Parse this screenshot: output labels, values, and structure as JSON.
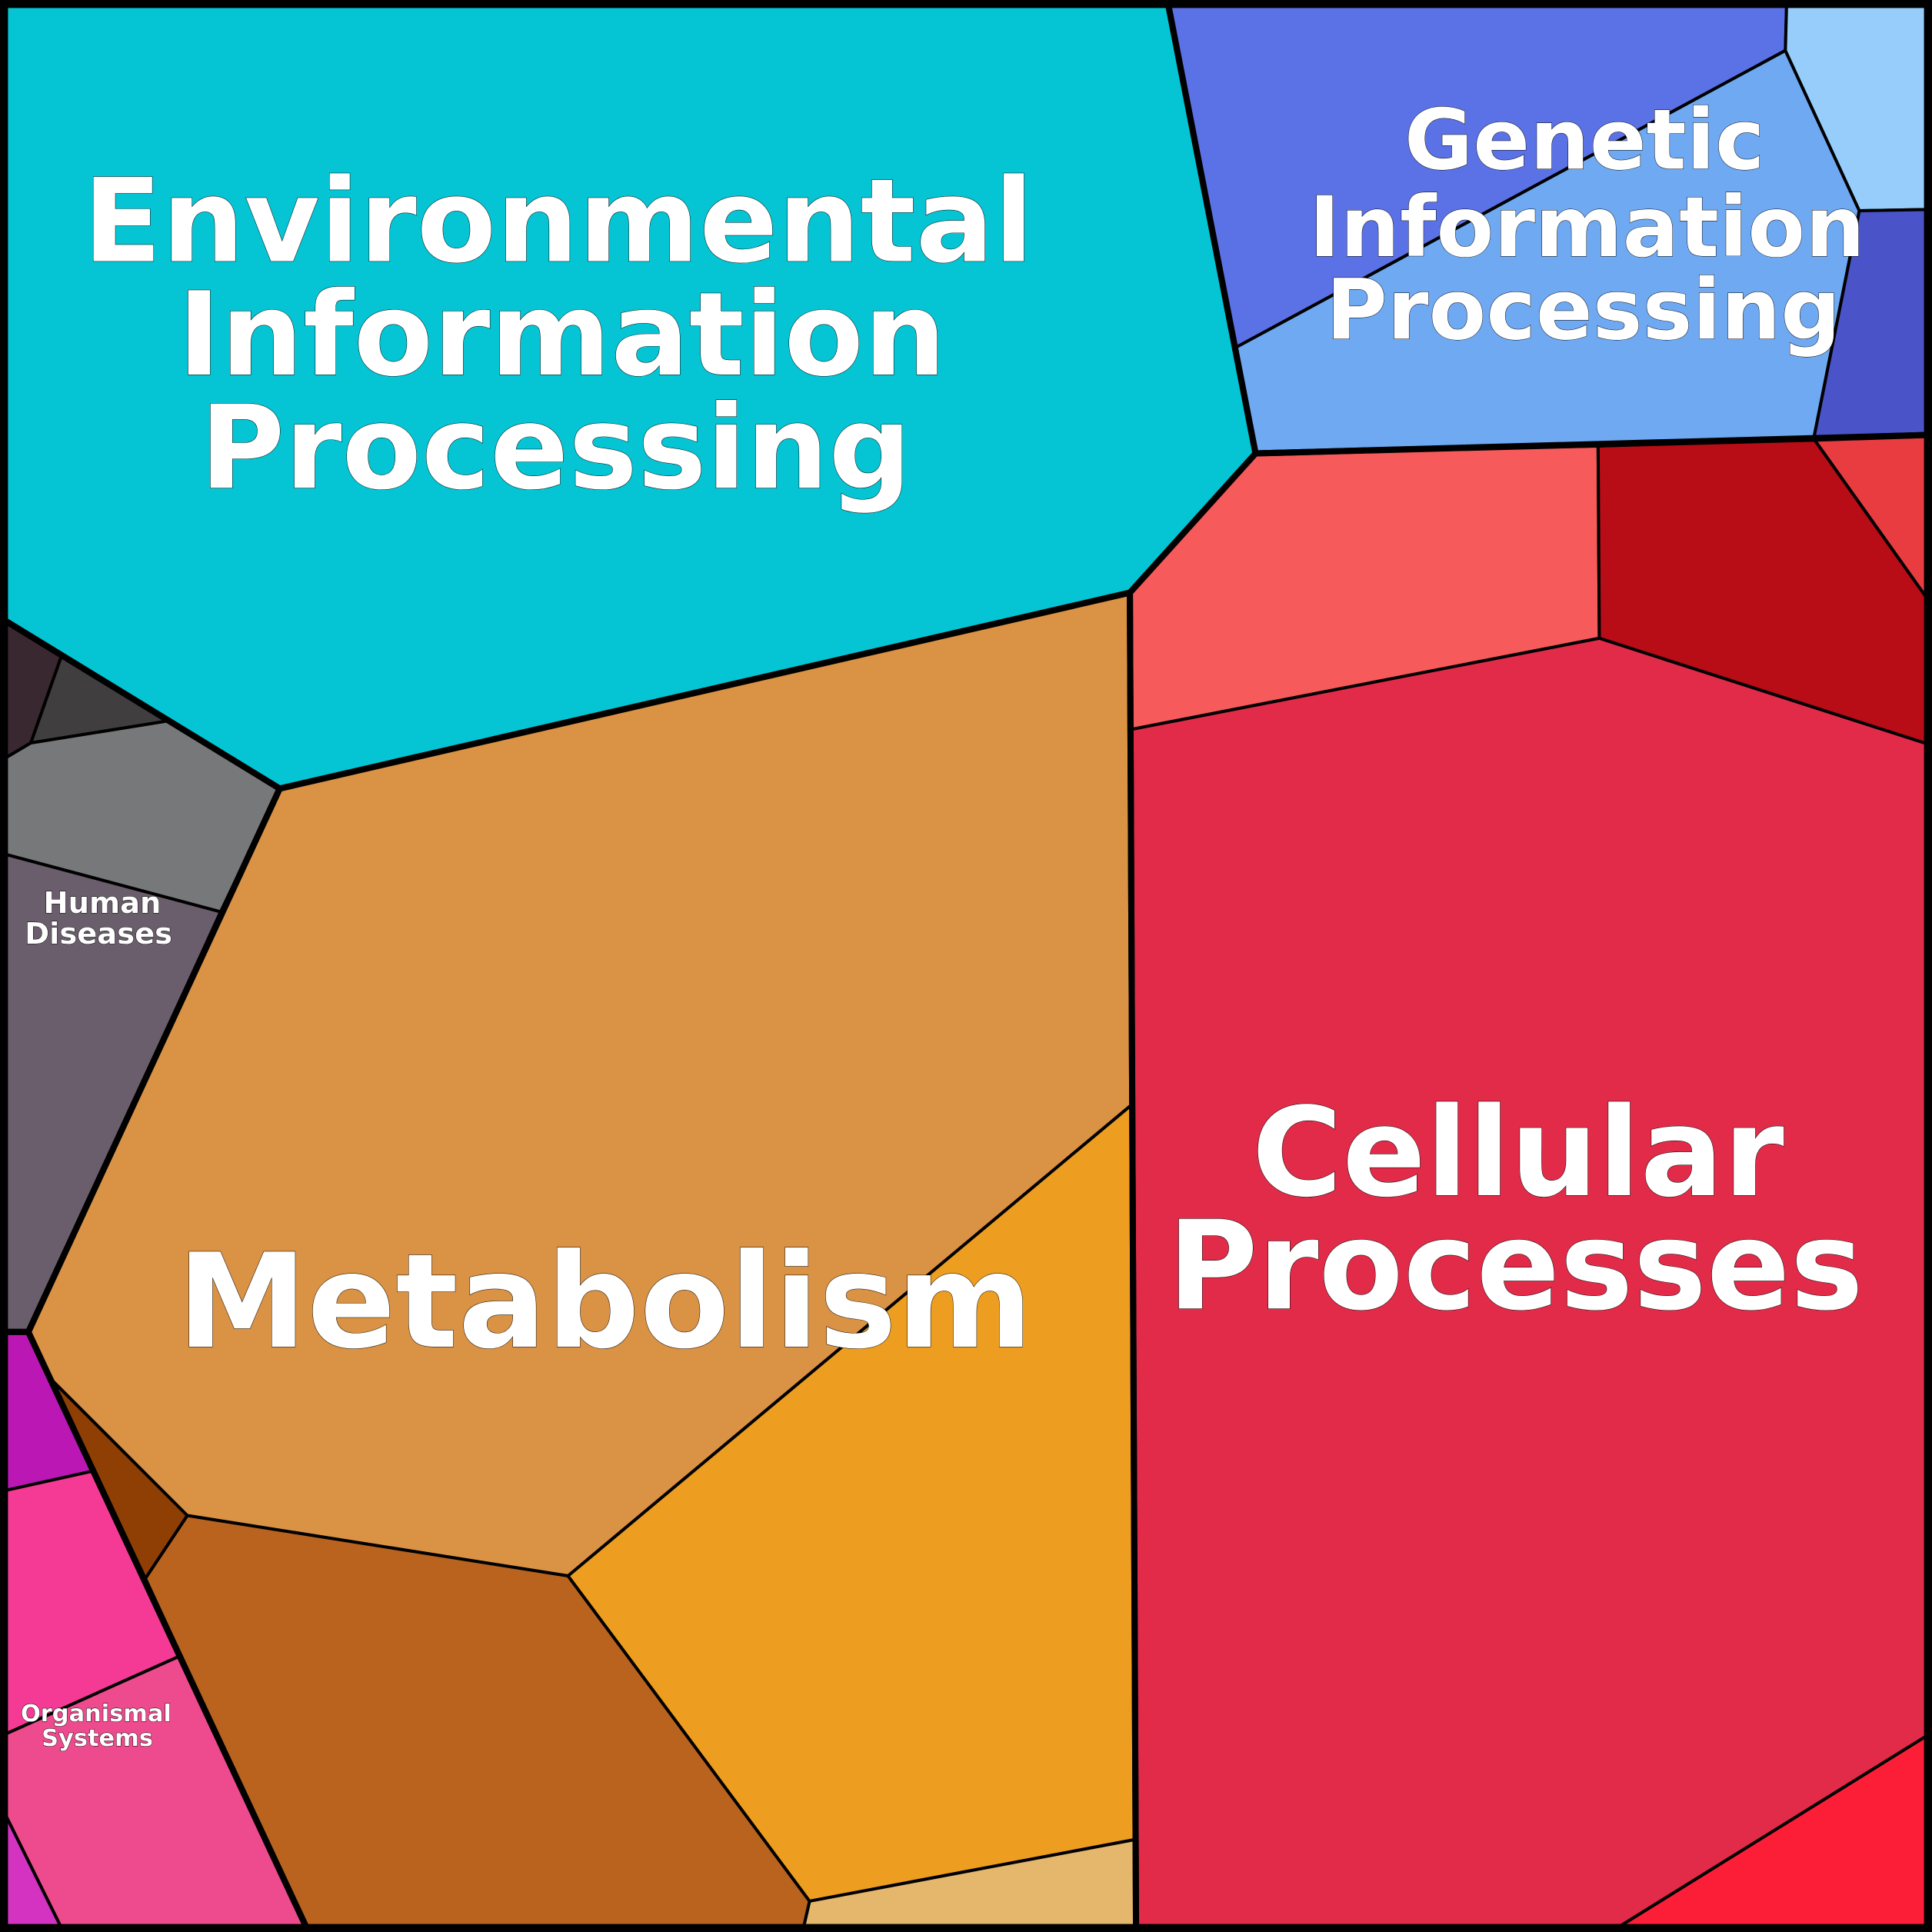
{
  "labels": {
    "environmental": [
      "Environmental",
      "Information",
      "Processing"
    ],
    "genetic": [
      "Genetic",
      "Information",
      "Processing"
    ],
    "cellular": [
      "Cellular",
      "Processes"
    ],
    "metabolism": [
      "Metabolism"
    ],
    "human_diseases": [
      "Human",
      "Diseases"
    ],
    "organismal": [
      "Organismal",
      "Systems"
    ]
  },
  "colors": {
    "env": "#05c5d4",
    "gen_a": "#5b72e6",
    "gen_b": "#6fa9f2",
    "gen_c": "#96cdfb",
    "gen_d": "#4a53c8",
    "cel_a": "#f75a5a",
    "cel_b": "#b80c16",
    "cel_c": "#e83c40",
    "cel_d": "#e22b48",
    "cel_e": "#fc1e36",
    "met_a": "#da9244",
    "met_b": "#ed9d1f",
    "met_c": "#e5b76d",
    "met_d": "#b9631f",
    "met_e": "#8f3f04",
    "hd_a": "#3a2830",
    "hd_b": "#403e3f",
    "hd_c": "#777879",
    "hd_d": "#6a5e6c",
    "org_a": "#bb17b5",
    "org_b": "#f53a96",
    "org_c": "#ee4a8e",
    "org_d": "#d333c0"
  }
}
